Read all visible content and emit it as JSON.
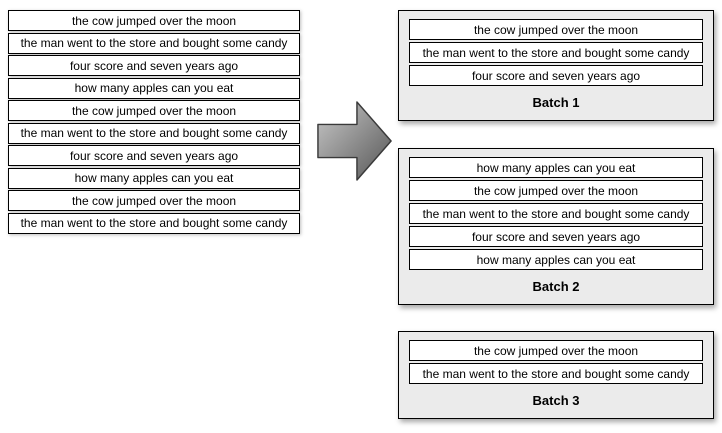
{
  "left_list": {
    "rows": [
      "the cow jumped over the moon",
      "the man went to the store and bought some candy",
      "four score and seven years ago",
      "how many apples can you eat",
      "the cow jumped over the moon",
      "the man went to the store and bought some candy",
      "four score and seven years ago",
      "how many apples can you eat",
      "the cow jumped over the moon",
      "the man went to the store and bought some candy"
    ]
  },
  "arrow_icon": "right-block-arrow",
  "batches": [
    {
      "label": "Batch 1",
      "rows": [
        "the cow jumped over the moon",
        "the man went to the store and bought some candy",
        "four score and seven years ago"
      ]
    },
    {
      "label": "Batch 2",
      "rows": [
        "how many apples can you eat",
        "the cow jumped over the moon",
        "the man went to the store and bought some candy",
        "four score and seven years ago",
        "how many apples can you eat"
      ]
    },
    {
      "label": "Batch 3",
      "rows": [
        "the cow jumped over the moon",
        "the man went to the store and bought some candy"
      ]
    }
  ],
  "colors": {
    "batch_bg": "#ebebeb",
    "row_bg": "#ffffff",
    "border": "#000000",
    "arrow_light": "#cccccc",
    "arrow_dark": "#555555"
  }
}
